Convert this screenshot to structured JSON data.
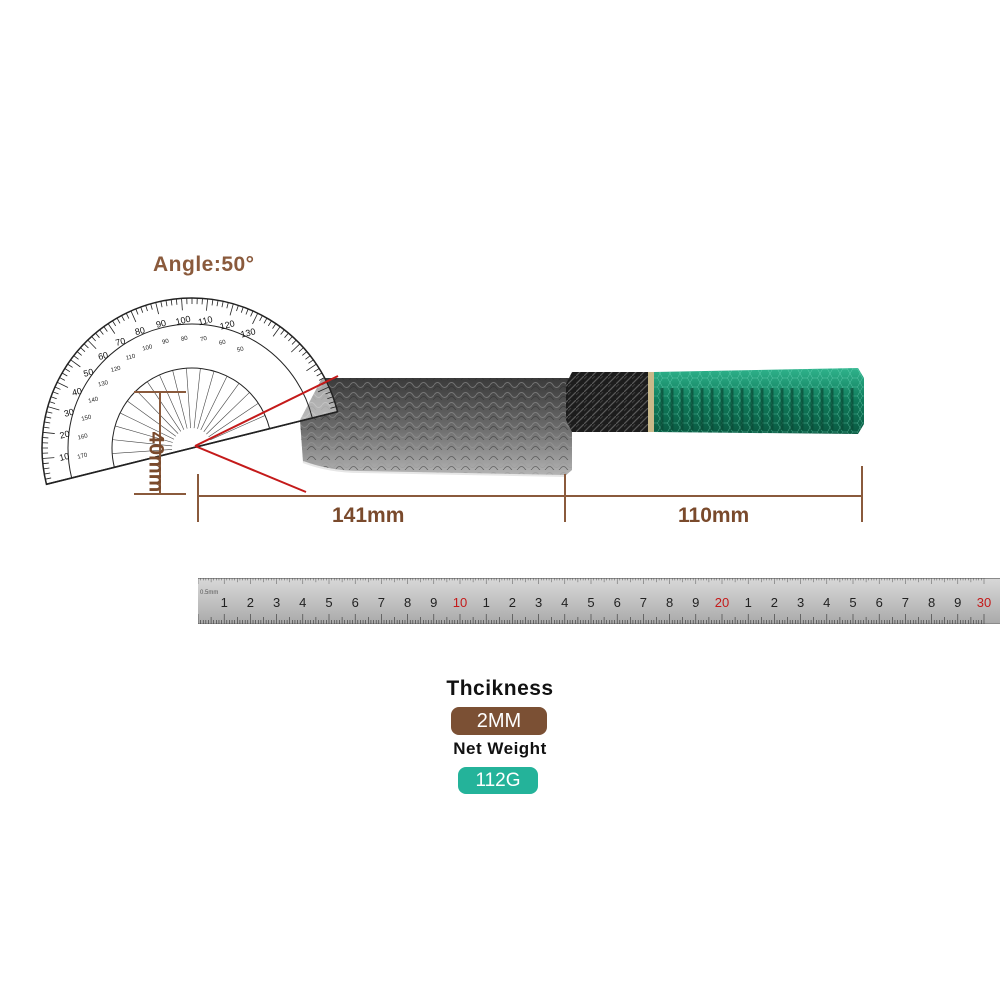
{
  "angle_label": "Angle:50°",
  "dimensions": {
    "blade_length": "141mm",
    "handle_length": "110mm",
    "blade_height": "40mm"
  },
  "protractor": {
    "outer_scale": [
      "10",
      "20",
      "30",
      "40",
      "50",
      "60",
      "70",
      "80",
      "90",
      "100",
      "110",
      "120",
      "130"
    ],
    "inner_scale": [
      "170",
      "160",
      "150",
      "140",
      "130",
      "120",
      "110",
      "100",
      "90",
      "80",
      "70",
      "60",
      "50"
    ]
  },
  "ruler": {
    "unit_label": "0.5mm",
    "numbers": [
      "1",
      "2",
      "3",
      "4",
      "5",
      "6",
      "7",
      "8",
      "9",
      "10",
      "1",
      "2",
      "3",
      "4",
      "5",
      "6",
      "7",
      "8",
      "9",
      "20",
      "1",
      "2",
      "3",
      "4",
      "5",
      "6",
      "7",
      "8",
      "9",
      "30"
    ],
    "highlight_numbers": [
      "10",
      "20",
      "30"
    ]
  },
  "specs": {
    "thickness_label": "Thcikness",
    "thickness_value": "2MM",
    "weight_label": "Net Weight",
    "weight_value": "112G"
  },
  "colors": {
    "accent_brown": "#7b5034",
    "accent_teal": "#24b39a",
    "dimension_line": "#8a5a3c",
    "angle_line": "#c41a1a",
    "handle_green": "#1a8a6a"
  }
}
